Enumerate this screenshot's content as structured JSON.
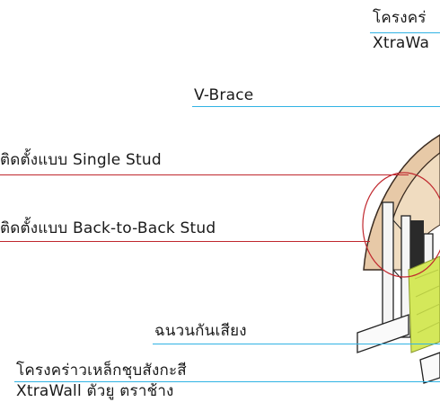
{
  "labels": {
    "top_right_line1": "โครงคร่",
    "top_right_line2": "XtraWa",
    "v_brace": "V-Brace",
    "single_stud": "ติดตั้งแบบ Single Stud",
    "back_to_back": "ติดตั้งแบบ Back-to-Back Stud",
    "insulation": "ฉนวนกันเสียง",
    "frame_line1": "โครงคร่าวเหล็กชุบสังกะสี",
    "frame_line2": "XtraWall ตัวยู ตราช้าง"
  },
  "colors": {
    "red_leader": "#c0272d",
    "blue_leader": "#31b3e4",
    "wall_fill": "#e7c9a7",
    "insulation_green": "#d4e85a"
  }
}
